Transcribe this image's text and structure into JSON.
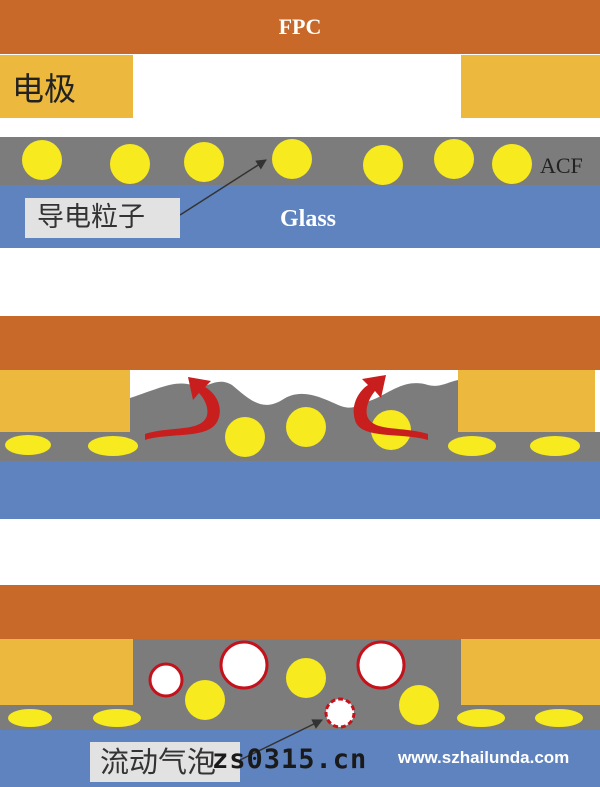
{
  "labels": {
    "fpc": "FPC",
    "electrode": "电极",
    "acf": "ACF",
    "glass": "Glass",
    "conductive_particle": "导电粒子",
    "flow_bubble": "流动气泡"
  },
  "watermarks": {
    "left": "zs0315.cn",
    "right": "www.szhailunda.com"
  },
  "colors": {
    "fpc": "#c8692a",
    "electrode": "#ecb93e",
    "acf": "#7c7c7c",
    "glass": "#5f83bf",
    "particle": "#f7ea1f",
    "flow_arrow": "#c81e1e",
    "bubble_ring": "#c4121c"
  }
}
